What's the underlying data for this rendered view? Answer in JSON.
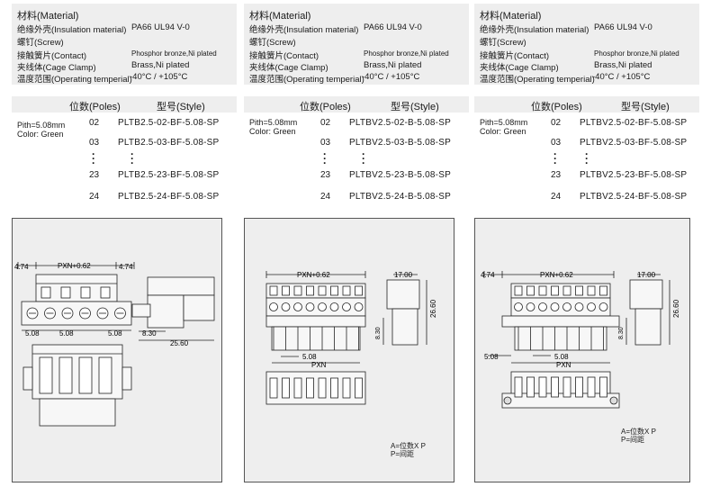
{
  "columns": [
    {
      "material": {
        "title": "材料(Material)",
        "rows": [
          {
            "label": "绝缘外壳(Insulation material)",
            "value": "PA66 UL94 V-0"
          },
          {
            "label": "螺钉(Screw)",
            "value": ""
          },
          {
            "label": "接触簧片(Contact)",
            "value": "Phosphor bronze,Ni plated"
          },
          {
            "label": "夹线体(Cage Clamp)",
            "value": "Brass,Ni plated"
          },
          {
            "label": "温度范围(Operating temperial)",
            "value": "-40°C / +105°C"
          }
        ]
      },
      "table": {
        "poles_header": "位数(Poles)",
        "style_header": "型号(Style)",
        "pitch": "Pith=5.08mm",
        "color": "Color: Green",
        "rows": [
          {
            "poles": "02",
            "style": "PLTB2.5-02-BF-5.08-SP"
          },
          {
            "poles": "03",
            "style": "PLTB2.5-03-BF-5.08-SP"
          },
          {
            "poles": "23",
            "style": "PLTB2.5-23-BF-5.08-SP"
          },
          {
            "poles": "24",
            "style": "PLTB2.5-24-BF-5.08-SP"
          }
        ]
      },
      "drawing": {
        "dims": {
          "left": "4.74",
          "center": "PXN+0.62",
          "right": "4.74",
          "pitch1": "5.08",
          "pitch2": "5.08",
          "pitch3": "5.08",
          "side_w": "8.30",
          "side_l": "25.60"
        },
        "legend": []
      }
    },
    {
      "material": {
        "title": "材料(Material)",
        "rows": [
          {
            "label": "绝缘外壳(Insulation material)",
            "value": "PA66 UL94 V-0"
          },
          {
            "label": "螺钉(Screw)",
            "value": ""
          },
          {
            "label": "接触簧片(Contact)",
            "value": "Phosphor bronze,Ni plated"
          },
          {
            "label": "夹线体(Cage Clamp)",
            "value": "Brass,Ni plated"
          },
          {
            "label": "温度范围(Operating temperial)",
            "value": "-40°C / +105°C"
          }
        ]
      },
      "table": {
        "poles_header": "位数(Poles)",
        "style_header": "型号(Style)",
        "pitch": "Pith=5.08mm",
        "color": "Color: Green",
        "rows": [
          {
            "poles": "02",
            "style": "PLTBV2.5-02-B-5.08-SP"
          },
          {
            "poles": "03",
            "style": "PLTBV2.5-03-B-5.08-SP"
          },
          {
            "poles": "23",
            "style": "PLTBV2.5-23-B-5.08-SP"
          },
          {
            "poles": "24",
            "style": "PLTBV2.5-24-B-5.08-SP"
          }
        ]
      },
      "drawing": {
        "dims": {
          "center": "PXN+0.62",
          "side_w": "17.00",
          "side_h": "26.60",
          "pitch": "5.08",
          "pxn": "PXN",
          "side_s": "8.30"
        },
        "legend": [
          "A=位数X P",
          "P=间距"
        ]
      }
    },
    {
      "material": {
        "title": "材料(Material)",
        "rows": [
          {
            "label": "绝缘外壳(Insulation material)",
            "value": "PA66 UL94 V-0"
          },
          {
            "label": "螺钉(Screw)",
            "value": ""
          },
          {
            "label": "接触簧片(Contact)",
            "value": "Phosphor bronze,Ni plated"
          },
          {
            "label": "夹线体(Cage Clamp)",
            "value": "Brass,Ni plated"
          },
          {
            "label": "温度范围(Operating temperial)",
            "value": "-40°C / +105°C"
          }
        ]
      },
      "table": {
        "poles_header": "位数(Poles)",
        "style_header": "型号(Style)",
        "pitch": "Pith=5.08mm",
        "color": "Color: Green",
        "rows": [
          {
            "poles": "02",
            "style": "PLTBV2.5-02-BF-5.08-SP"
          },
          {
            "poles": "03",
            "style": "PLTBV2.5-03-BF-5.08-SP"
          },
          {
            "poles": "23",
            "style": "PLTBV2.5-23-BF-5.08-SP"
          },
          {
            "poles": "24",
            "style": "PLTBV2.5-24-BF-5.08-SP"
          }
        ]
      },
      "drawing": {
        "dims": {
          "left": "4.74",
          "center": "PXN+0.62",
          "side_w": "17.00",
          "side_h": "26.60",
          "pitch_l": "5.08",
          "pitch": "5.08",
          "pxn": "PXN",
          "side_s": "8.30"
        },
        "legend": [
          "A=位数X P",
          "P=间距"
        ]
      }
    }
  ]
}
